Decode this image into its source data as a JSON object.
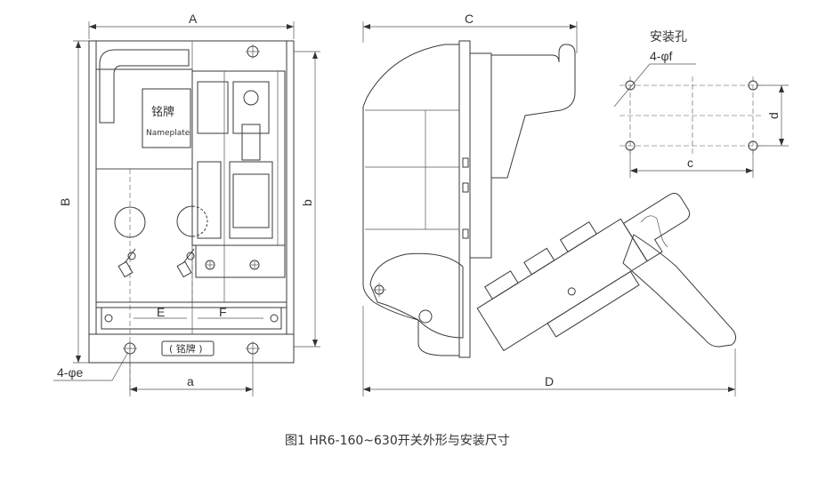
{
  "figure": {
    "caption": "图1 HR6-160~630开关外形与安装尺寸"
  },
  "front_view": {
    "dim_A": "A",
    "dim_B": "B",
    "dim_b": "b",
    "dim_a": "a",
    "dim_E": "E",
    "dim_F": "F",
    "hole_label": "4-φe",
    "nameplate_title": "铭牌",
    "nameplate_sub": "Nameplate",
    "bottom_plate": "( 铭牌 )"
  },
  "side_view": {
    "dim_C": "C",
    "dim_D": "D"
  },
  "mounting_view": {
    "title": "安装孔",
    "hole_label": "4-φf",
    "dim_c": "c",
    "dim_d": "d"
  }
}
